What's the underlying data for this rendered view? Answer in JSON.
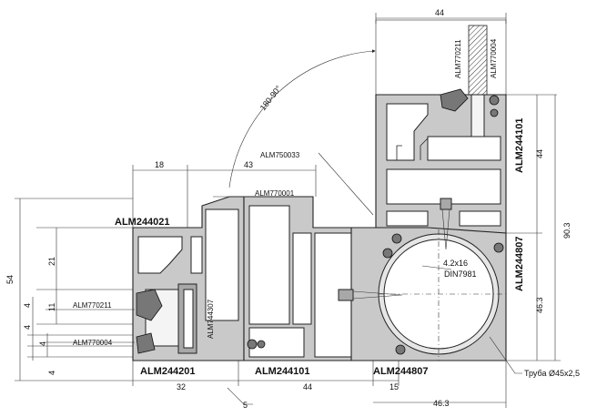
{
  "diagram": {
    "angle_label": "180-90°",
    "dimensions": {
      "top_44": "44",
      "d18": "18",
      "d43": "43",
      "d54": "54",
      "d21": "21",
      "d4a": "4",
      "d11": "11",
      "d4b": "4",
      "d4c": "4",
      "d4d": "4",
      "right_44": "44",
      "d90_3": "90.3",
      "d46_3_v": "46.3",
      "d32": "32",
      "d5": "5",
      "bottom_44": "44",
      "d15": "15",
      "d46_3_h": "46.3"
    },
    "profile_labels": {
      "alm244021": "ALM244021",
      "alm244201": "ALM244201",
      "alm244101_bottom": "ALM244101",
      "alm244807_bottom": "ALM244807",
      "alm244101_right": "ALM244101",
      "alm244807_right": "ALM244807"
    },
    "part_labels": {
      "alm770001": "ALM770001",
      "alm750033": "ALM750033",
      "alm770211_left": "ALM770211",
      "alm770004_left": "ALM770004",
      "alm744307": "ALM744307",
      "alm770211_top": "ALM770211",
      "alm770004_top": "ALM770004"
    },
    "screw": {
      "size": "4.2x16",
      "standard": "DIN7981"
    },
    "tube_label": "Труба Ø45x2,5"
  }
}
